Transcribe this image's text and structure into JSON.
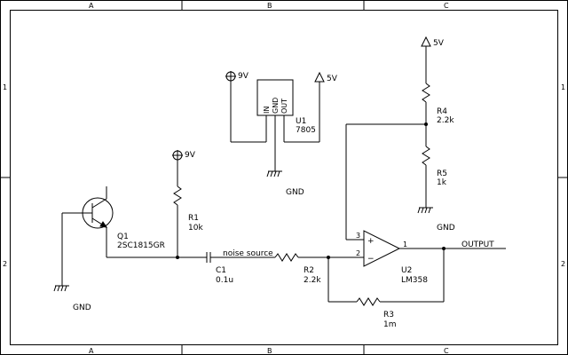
{
  "frame": {
    "cols": [
      "A",
      "B",
      "C"
    ],
    "rows": [
      "1",
      "2"
    ]
  },
  "power": {
    "reg_in": "9V",
    "reg_out": "5V",
    "opamp_ref": "5V",
    "r1_supply": "9V"
  },
  "regulator": {
    "ref": "U1",
    "value": "7805",
    "pins": [
      "IN",
      "GND",
      "OUT"
    ],
    "gnd_label": "GND"
  },
  "transistor": {
    "ref": "Q1",
    "value": "2SC1815GR",
    "gnd_label": "GND"
  },
  "resistors": {
    "r1": {
      "ref": "R1",
      "value": "10k"
    },
    "r2": {
      "ref": "R2",
      "value": "2.2k"
    },
    "r3": {
      "ref": "R3",
      "value": "1m"
    },
    "r4": {
      "ref": "R4",
      "value": "2.2k"
    },
    "r5": {
      "ref": "R5",
      "value": "1k"
    }
  },
  "capacitor": {
    "ref": "C1",
    "value": "0.1u"
  },
  "net_labels": {
    "noise": "noise source",
    "output": "OUTPUT",
    "divider_gnd": "GND"
  },
  "opamp": {
    "ref": "U2",
    "value": "LM358",
    "pin_plus": "3",
    "pin_minus": "2",
    "pin_out": "1",
    "plus_sign": "+",
    "minus_sign": "−"
  }
}
